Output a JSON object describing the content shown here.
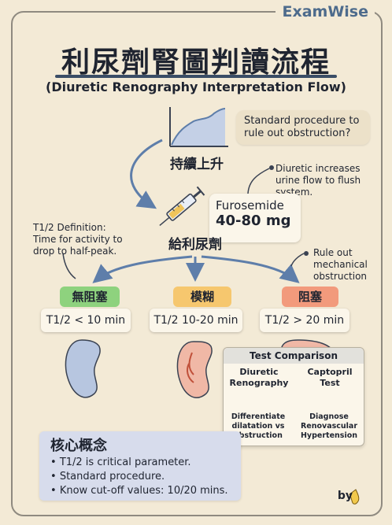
{
  "brand": "ExamWise",
  "title": "利尿劑腎圖判讀流程",
  "subtitle": "(Diuretic Renography Interpretation Flow)",
  "step1": {
    "label": "持續上升",
    "note": [
      "Standard procedure to",
      "rule out obstruction?"
    ]
  },
  "step2": {
    "label": "給利尿劑",
    "note": [
      "Diuretic increases",
      "urine flow to flush",
      "system."
    ],
    "drug_name": "Furosemide",
    "drug_dose": "40-80 mg"
  },
  "definition_note": [
    "T1/2 Definition:",
    "Time for activity to",
    "drop to half-peak."
  ],
  "obstruction_note": [
    "Rule out",
    "mechanical",
    "obstruction"
  ],
  "outcomes": [
    {
      "tag": "無阻塞",
      "value": "T1/2 < 10 min",
      "color": "#8ed27e"
    },
    {
      "tag": "模糊",
      "value": "T1/2 10-20 min",
      "color": "#f6c76e"
    },
    {
      "tag": "阻塞",
      "value": "T1/2 > 20 min",
      "color": "#f29a7c"
    }
  ],
  "comparison": {
    "title": "Test Comparison",
    "left": {
      "title": [
        "Diuretic",
        "Renography"
      ],
      "note": [
        "Differentiate",
        "dilatation vs",
        "obstruction"
      ]
    },
    "right": {
      "title": [
        "Captopril",
        "Test"
      ],
      "note": [
        "Diagnose",
        "Renovascular",
        "Hypertension"
      ]
    }
  },
  "core": {
    "title": "核心概念",
    "items": [
      "T1/2 is critical parameter.",
      "Standard procedure.",
      "Know cut-off values: 10/20 mins."
    ]
  },
  "byline": "by",
  "colors": {
    "accent": "#4d6b8c",
    "arrow": "#5e7eaa",
    "paper": "#f3ead6"
  }
}
